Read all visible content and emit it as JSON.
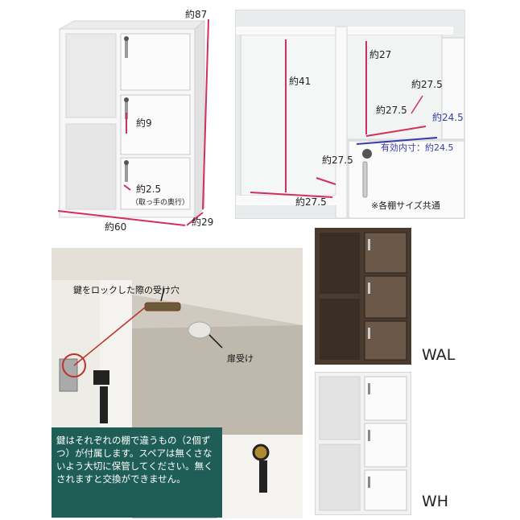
{
  "overview": {
    "height": "約87",
    "handle_depth": "約2.5",
    "handle_note": "（取っ手の奥行）",
    "door_height": "約9",
    "width": "約60",
    "depth": "約29"
  },
  "detail": {
    "shelf_height_open": "約41",
    "shelf_height_door": "約27",
    "door_depth_inner": "約27.5",
    "shelf_depth": "約27.5",
    "inner_width_a": "約27.5",
    "inner_width_b": "約24.5",
    "inner_effective": "有効内寸：約24.5",
    "bottom_width": "約27.5",
    "common_note": "※各棚サイズ共通"
  },
  "lock": {
    "callout_hole": "鍵をロックした際の受け穴",
    "callout_catch": "扉受け",
    "key_note": "鍵はそれぞれの棚で違うもの（2個ずつ）が付属します。スペアは無くさないよう大切に保管してください。無くされますと交換ができません。"
  },
  "variants": [
    {
      "code": "WAL",
      "color": "#4a3b30"
    },
    {
      "code": "WH",
      "color": "#f2f2f2"
    }
  ],
  "colors": {
    "dimension_line": "#d0305a",
    "inner_line": "#3a3aa8",
    "keynote_bg": "#1f5e57"
  }
}
